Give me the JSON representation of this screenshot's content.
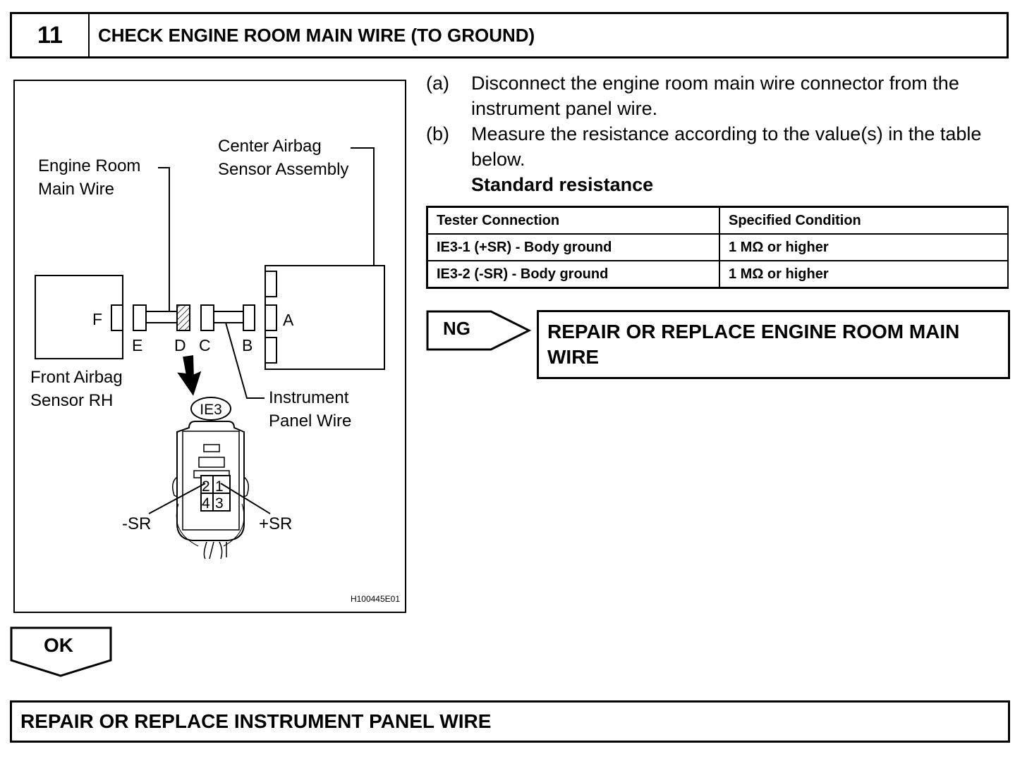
{
  "step": {
    "number": "11",
    "title": "CHECK ENGINE ROOM MAIN WIRE (TO GROUND)"
  },
  "diagram": {
    "labels": {
      "engine_room_main_wire_1": "Engine Room",
      "engine_room_main_wire_2": "Main Wire",
      "center_airbag_1": "Center Airbag",
      "center_airbag_2": "Sensor Assembly",
      "front_airbag_1": "Front Airbag",
      "front_airbag_2": "Sensor RH",
      "instrument_panel_1": "Instrument",
      "instrument_panel_2": "Panel Wire",
      "conn_a": "A",
      "conn_b": "B",
      "conn_c": "C",
      "conn_d": "D",
      "conn_e": "E",
      "conn_f": "F",
      "connector_id": "IE3",
      "pin_2": "2",
      "pin_1": "1",
      "pin_4": "4",
      "pin_3": "3",
      "minus_sr": "-SR",
      "plus_sr": "+SR",
      "figure_code": "H100445E01"
    }
  },
  "instructions": [
    {
      "letter": "(a)",
      "text": "Disconnect the engine room main wire connector from the instrument panel wire."
    },
    {
      "letter": "(b)",
      "text": "Measure the resistance according to the value(s) in the table below."
    }
  ],
  "standard_label": "Standard resistance",
  "table": {
    "headers": [
      "Tester Connection",
      "Specified Condition"
    ],
    "rows": [
      [
        "IE3-1 (+SR) - Body ground",
        "1 MΩ or higher"
      ],
      [
        "IE3-2 (-SR) - Body ground",
        "1 MΩ or higher"
      ]
    ]
  },
  "ng": {
    "label": "NG",
    "result": "REPAIR OR REPLACE ENGINE ROOM MAIN WIRE"
  },
  "ok": {
    "label": "OK",
    "result": "REPAIR OR REPLACE INSTRUMENT PANEL WIRE"
  }
}
